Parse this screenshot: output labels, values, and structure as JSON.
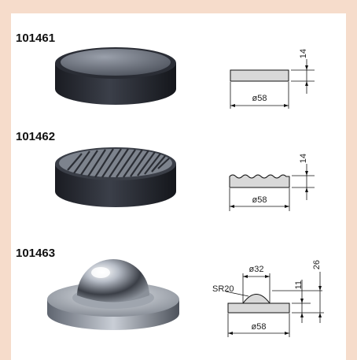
{
  "page": {
    "background": "#f6dccb",
    "card_background": "#ffffff"
  },
  "products": [
    {
      "code": "101461",
      "type": "flat anvil",
      "dims": {
        "height": "14",
        "diameter": "ø58"
      }
    },
    {
      "code": "101462",
      "type": "serrated anvil",
      "dims": {
        "height": "14",
        "diameter": "ø58"
      }
    },
    {
      "code": "101463",
      "type": "ball anvil",
      "dims": {
        "ball_diameter": "ø32",
        "sphere_radius": "SR20",
        "height_ball": "11",
        "height_total": "26",
        "diameter": "ø58"
      }
    }
  ],
  "colors": {
    "accent": "#eeaa88",
    "anvil_dark": "#2a2d35",
    "drawing_fill": "#d9d9d9",
    "drawing_stroke": "#111111"
  }
}
